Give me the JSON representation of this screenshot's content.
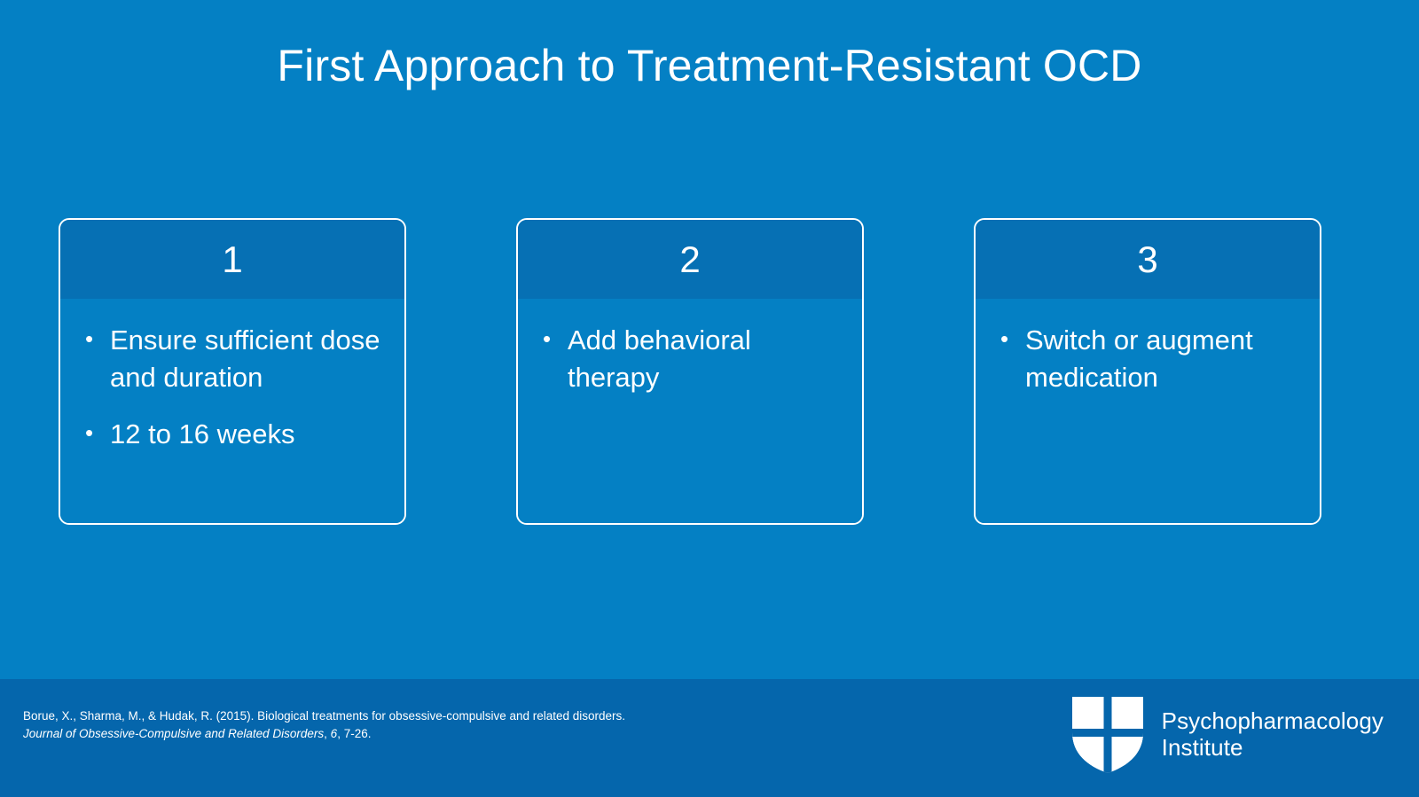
{
  "slide": {
    "title": "First Approach to Treatment-Resistant OCD",
    "background_color": "#0480C4",
    "card_header_color": "#0670B4",
    "footer_color": "#0566AC",
    "text_color": "#FFFFFF"
  },
  "cards": [
    {
      "number": "1",
      "bullets": [
        "Ensure sufficient dose and duration",
        " 12 to 16 weeks"
      ]
    },
    {
      "number": "2",
      "bullets": [
        "Add behavioral therapy"
      ]
    },
    {
      "number": "3",
      "bullets": [
        "Switch or augment medication"
      ]
    }
  ],
  "footer": {
    "citation": {
      "part1": "Borue, X., Sharma, M., & Hudak, R. (2015). Biological treatments for obsessive-compulsive and related disorders. ",
      "journal": "Journal of Obsessive-Compulsive and Related Disorders",
      "part2": ", ",
      "volume": "6",
      "part3": ", 7-26."
    },
    "logo": {
      "icon": "shield-quadrant-icon",
      "line1": "Psychopharmacology",
      "line2": "Institute"
    }
  }
}
